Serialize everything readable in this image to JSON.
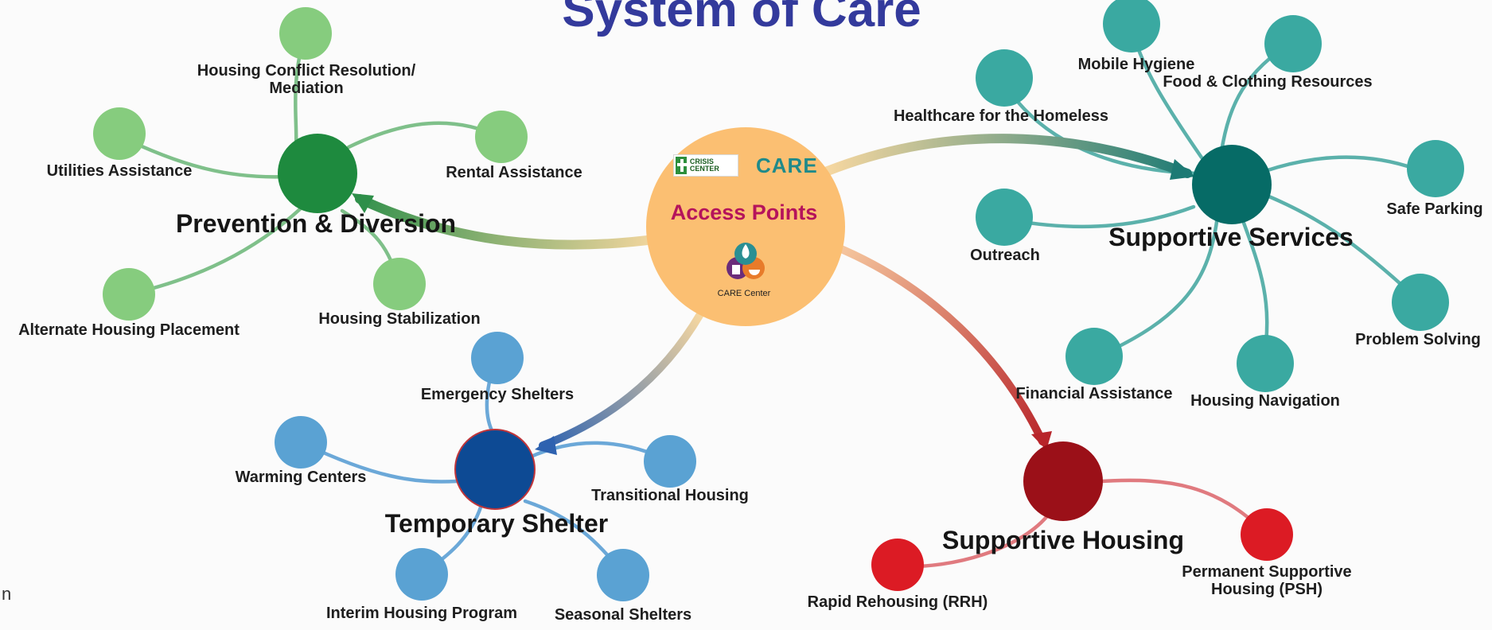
{
  "title": "System of Care",
  "corner_text": "n",
  "center": {
    "title": "Access Points",
    "logo_crisis_text": "CRISIS CENTER",
    "logo_care_text": "CARE",
    "sublabel": "CARE Center",
    "color": "#fbbf72"
  },
  "hubs": {
    "prevention": {
      "label": "Prevention & Diversion",
      "color": "#1e8a3e"
    },
    "supportive_services": {
      "label": "Supportive Services",
      "color": "#066b66"
    },
    "temporary_shelter": {
      "label": "Temporary Shelter",
      "color": "#0d4a94"
    },
    "supportive_housing": {
      "label": "Supportive Housing",
      "color": "#9b1018"
    }
  },
  "prevention_items": [
    "Housing Conflict Resolution/ Mediation",
    "Utilities Assistance",
    "Rental Assistance",
    "Alternate Housing Placement",
    "Housing Stabilization"
  ],
  "supportive_services_items": [
    "Mobile Hygiene",
    "Food & Clothing Resources",
    "Healthcare for the Homeless",
    "Safe Parking",
    "Outreach",
    "Problem Solving",
    "Financial Assistance",
    "Housing Navigation"
  ],
  "temporary_shelter_items": [
    "Emergency Shelters",
    "Warming Centers",
    "Transitional Housing",
    "Interim Housing Program",
    "Seasonal Shelters"
  ],
  "supportive_housing_items": [
    "Rapid Rehousing (RRH)",
    "Permanent Supportive Housing (PSH)"
  ],
  "colors": {
    "prevention_leaf": "#86cc7e",
    "services_leaf": "#3aa9a1",
    "shelter_leaf": "#5aa2d3",
    "housing_leaf": "#dc1b24",
    "title": "#333a9c",
    "access_title": "#b5135b"
  }
}
